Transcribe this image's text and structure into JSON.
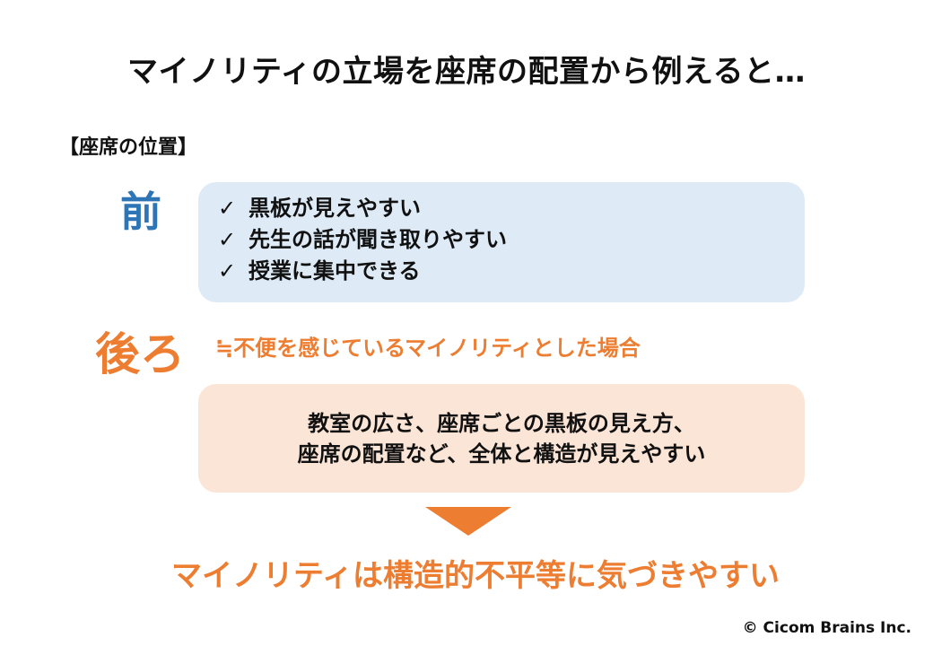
{
  "title": "マイノリティの立場を座席の配置から例えると…",
  "section_label": "【座席の位置】",
  "front": {
    "label": "前",
    "items": [
      "黒板が見えやすい",
      "先生の話が聞き取りやすい",
      "授業に集中できる"
    ],
    "check_symbol": "✓"
  },
  "back": {
    "label": "後ろ",
    "note": "≒不便を感じているマイノリティとした場合",
    "box_lines": [
      "教室の広さ、座席ごとの黒板の見え方、",
      "座席の配置など、全体と構造が見えやすい"
    ]
  },
  "arrow_icon": "down-triangle-arrow",
  "conclusion": "マイノリティは構造的不平等に気づきやすい",
  "copyright": "© Cicom Brains Inc.",
  "colors": {
    "front_accent": "#2E75B6",
    "front_box": "#DEEBF7",
    "back_accent": "#ED7D31",
    "back_box": "#FBE5D6"
  }
}
